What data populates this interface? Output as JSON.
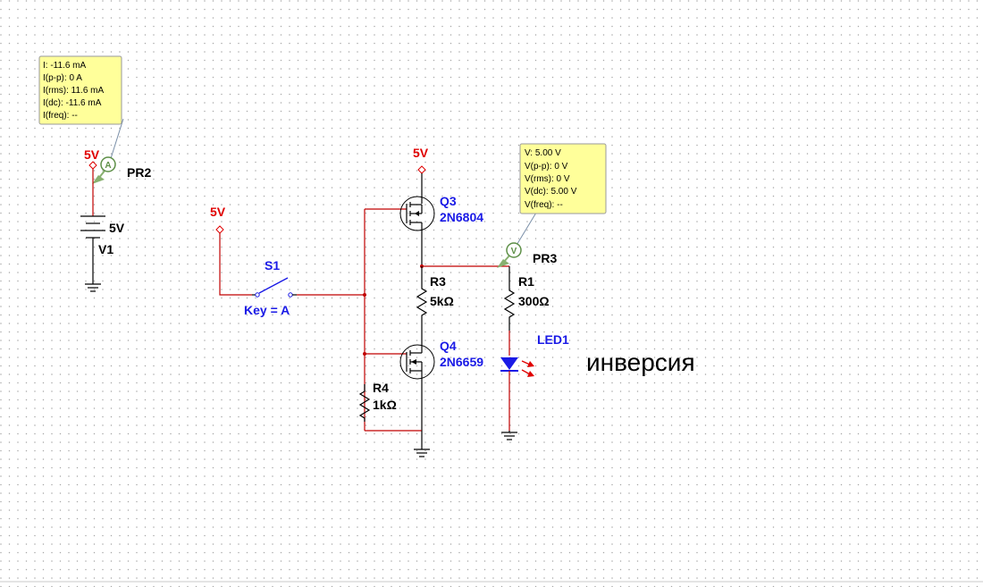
{
  "colors": {
    "wire": "#c00000",
    "net_label": "#e00000",
    "part_label": "#1a1ae6",
    "probe_box": "#ffff9a",
    "led": "#1a1ae6",
    "arrow": "#e00000"
  },
  "probes": {
    "pr2": {
      "name": "PR2",
      "lines": [
        "I: -11.6 mA",
        "I(p-p): 0 A",
        "I(rms): 11.6 mA",
        "I(dc): -11.6 mA",
        "I(freq): --"
      ],
      "symbol": "A"
    },
    "pr3": {
      "name": "PR3",
      "lines": [
        "V: 5.00 V",
        "V(p-p): 0 V",
        "V(rms): 0 V",
        "V(dc): 5.00 V",
        "V(freq): --"
      ],
      "symbol": "V"
    }
  },
  "net_labels": {
    "pr2_supply": "5V",
    "switch_supply": "5V",
    "q3_supply": "5V"
  },
  "components": {
    "v1": {
      "value": "5V",
      "ref": "V1"
    },
    "s1": {
      "ref": "S1",
      "key": "Key = A"
    },
    "q3": {
      "ref": "Q3",
      "part": "2N6804"
    },
    "q4": {
      "ref": "Q4",
      "part": "2N6659"
    },
    "r3": {
      "ref": "R3",
      "value": "5kΩ"
    },
    "r4": {
      "ref": "R4",
      "value": "1kΩ"
    },
    "r1": {
      "ref": "R1",
      "value": "300Ω"
    },
    "led1": {
      "ref": "LED1"
    }
  },
  "annotation": "инверсия"
}
